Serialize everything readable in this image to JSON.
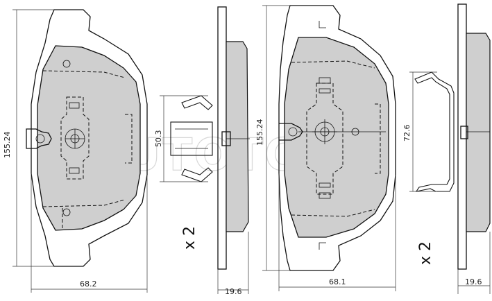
{
  "watermark": "AUTOTOP",
  "pad_front": {
    "height_label": "155.24",
    "width_label": "68.2",
    "thickness_label": "19.6"
  },
  "clip_front": {
    "dimension_label": "50.3",
    "quantity_label": "x 2"
  },
  "pad_rear": {
    "height_label": "155.24",
    "width_label": "68.1",
    "thickness_label": "19.6"
  },
  "clip_rear": {
    "dimension_label": "72.6",
    "quantity_label": "x 2"
  }
}
